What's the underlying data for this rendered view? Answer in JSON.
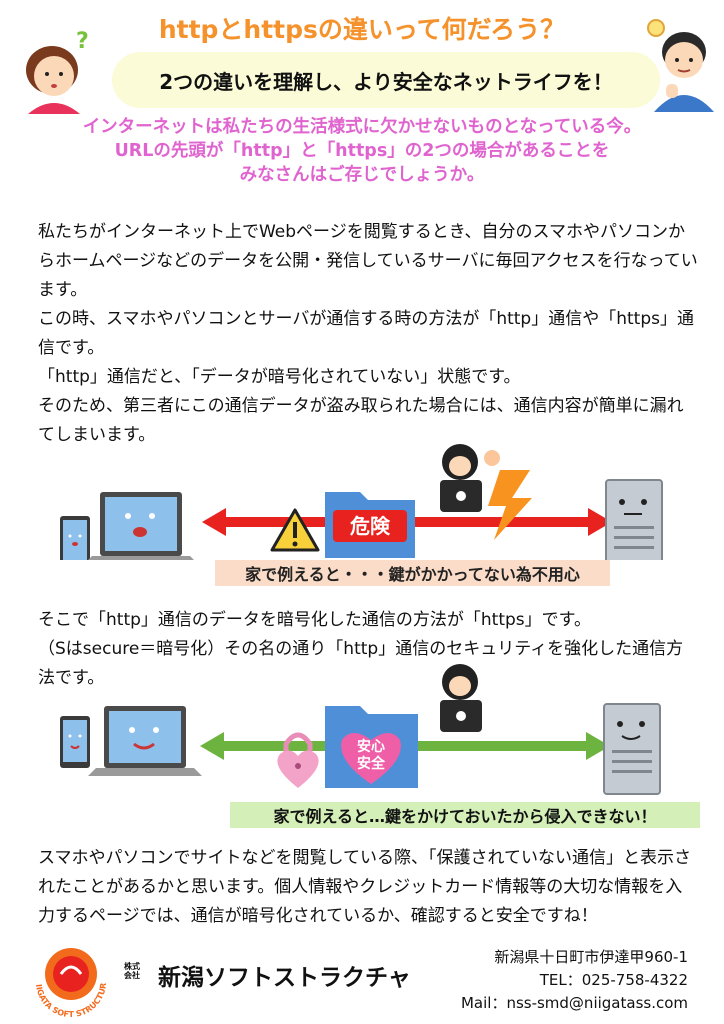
{
  "header": {
    "title": "httpとhttpsの違いって何だろう？",
    "subtitle": "2つの違いを理解し、より安全なネットライフを！"
  },
  "lead": [
    "インターネットは私たちの生活様式に欠かせないものとなっている今。",
    "URLの先頭が「http」と「https」の2つの場合があることを",
    "みなさんはご存じでしょうか。"
  ],
  "intro_paragraphs": [
    "私たちがインターネット上でWebページを閲覧するとき、自分のスマホやパソコンからホームページなどのデータを公開・発信しているサーバに毎回アクセスを行なっています。",
    "この時、スマホやパソコンとサーバが通信する時の方法が「http」通信や「https」通信です。",
    "「http」通信だと、「データが暗号化されていない」状態です。",
    "そのため、第三者にこの通信データが盗み取られた場合には、通信内容が簡単に漏れてしまいます。"
  ],
  "diagram_http": {
    "folder_label": "危険",
    "caption": "家で例えると・・・鍵がかかってない為不用心",
    "colors": {
      "arrow": "#e8231f",
      "folder": "#4f8fd8",
      "label_bg": "#e8231f"
    }
  },
  "middle_paragraphs": [
    "そこで「http」通信のデータを暗号化した通信の方法が「https」です。",
    "（Sはsecure＝暗号化）その名の通り「http」通信のセキュリティを強化した通信方法です。"
  ],
  "diagram_https": {
    "folder_label_line1": "安心",
    "folder_label_line2": "安全",
    "caption": "家で例えると…鍵をかけておいたから侵入できない！",
    "colors": {
      "arrow": "#6cb33f",
      "folder": "#4f8fd8",
      "label_bg": "#ef5fa7",
      "lock": "#f3a3c8"
    }
  },
  "closing_paragraph": "スマホやパソコンでサイトなどを閲覧している際、「保護されていない通信」と表示されたことがあるかと思います。個人情報やクレジットカード情報等の大切な情報を入力するページでは、通信が暗号化されているか、確認すると安全ですね！",
  "footer": {
    "kabushiki": "株式",
    "kaisha": "会社",
    "company": "新潟ソフトストラクチャ",
    "logo_text": "NIIGATA SOFT STRUCTURE",
    "address": "新潟県十日町市伊達甲960-1",
    "tel": "TEL：025-758-4322",
    "mail": "Mail：nss-smd@niigatass.com"
  }
}
